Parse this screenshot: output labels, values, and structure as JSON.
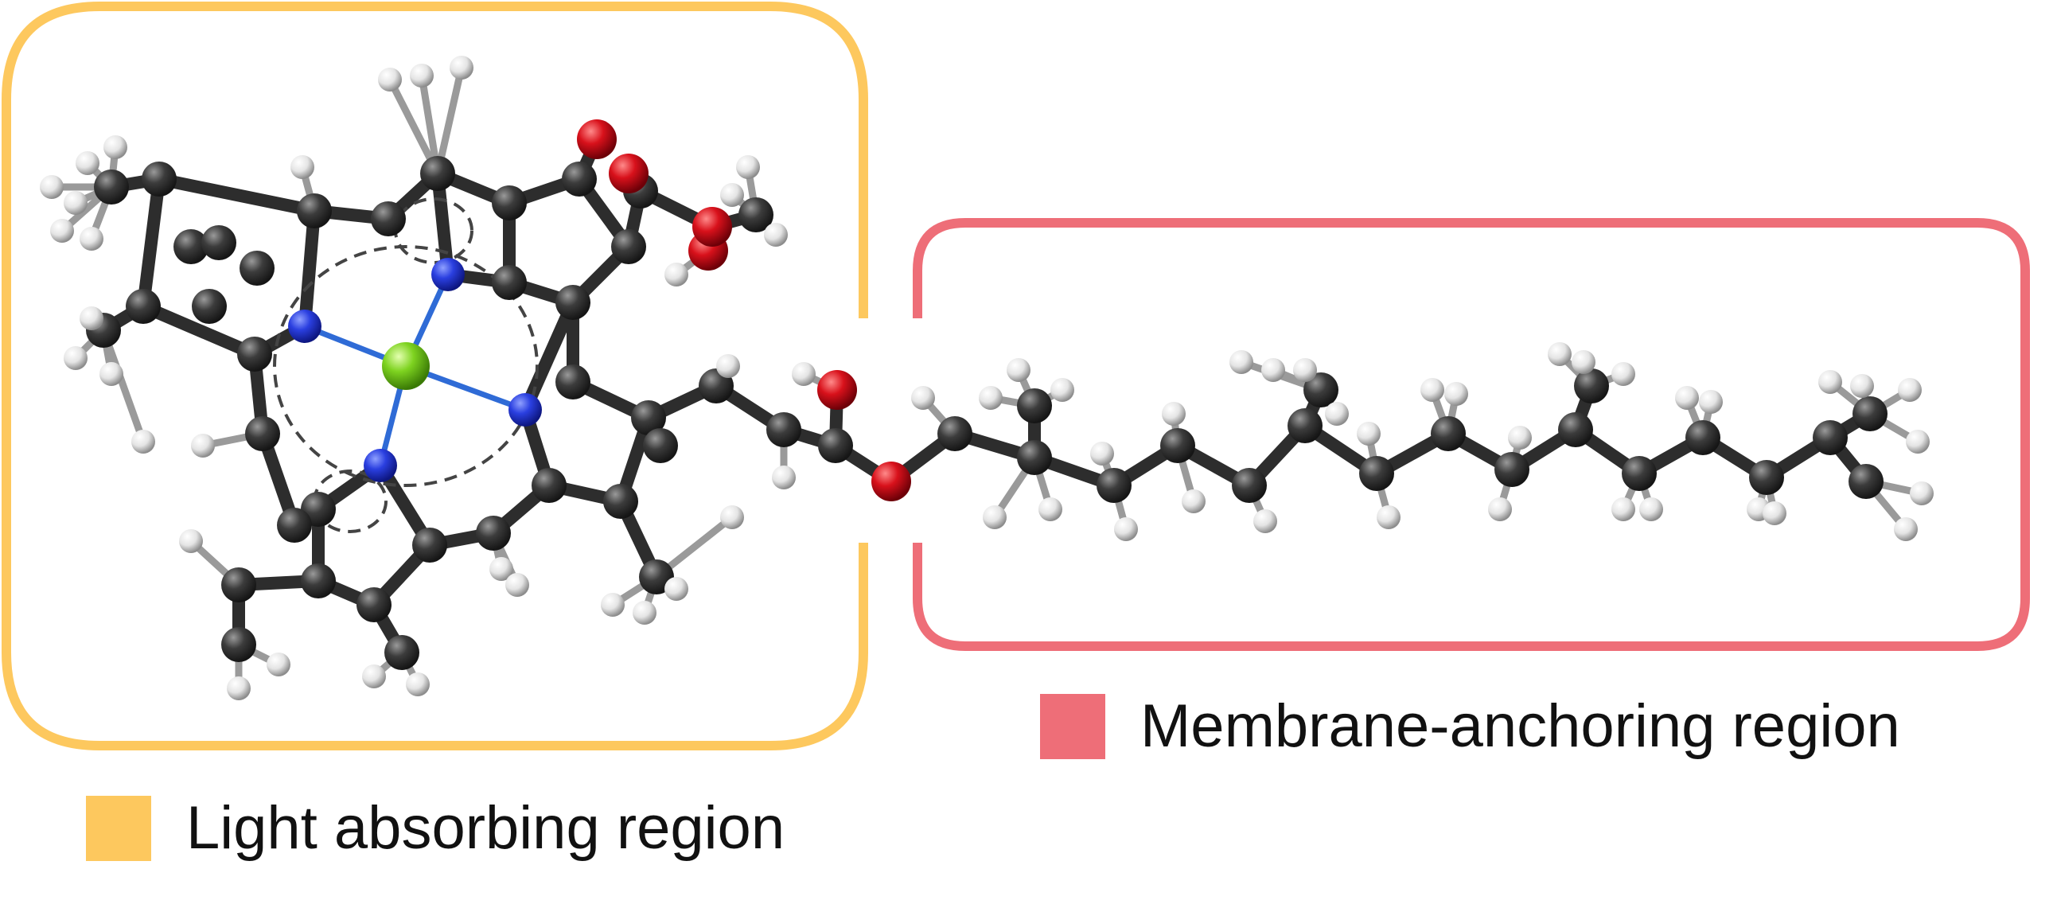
{
  "colors": {
    "light_region": "#FDC85E",
    "membrane_region": "#EE6E78",
    "carbon": "#3a3a3a",
    "hydrogen": "#e6e6e6",
    "nitrogen": "#2a3fe0",
    "oxygen": "#d8111b",
    "magnesium": "#7ed320"
  },
  "legend": {
    "light_label": "Light absorbing region",
    "membrane_label": "Membrane-anchoring region"
  },
  "molecule": {
    "central_atom": "magnesium",
    "atom_icons": [
      "carbon-atom-icon",
      "hydrogen-atom-icon",
      "nitrogen-atom-icon",
      "oxygen-atom-icon",
      "magnesium-atom-icon"
    ]
  }
}
